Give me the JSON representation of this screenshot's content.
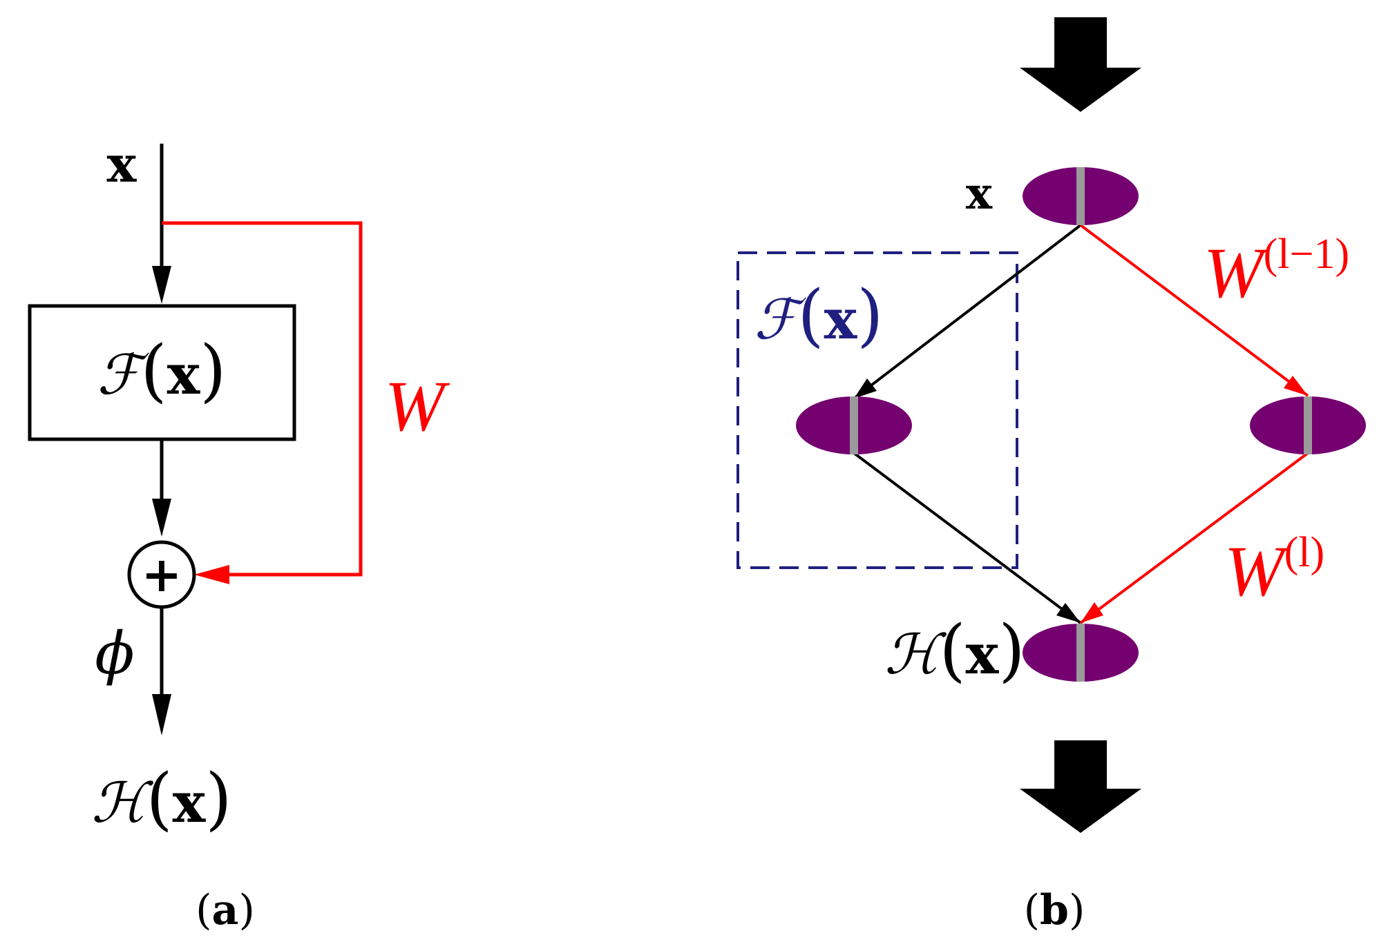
{
  "colors": {
    "black": "#000000",
    "red": "#ff0000",
    "blue": "#1f1f80",
    "node_fill": "#750070",
    "node_bar": "#9a9a9a"
  },
  "panel_a": {
    "input": "x",
    "block": {
      "func": "ℱ",
      "arg": "x"
    },
    "weight": "W",
    "sum_symbol": "+",
    "activation": "ϕ",
    "output": {
      "func": "ℋ",
      "arg": "x"
    },
    "caption": {
      "open": "(",
      "letter": "a",
      "close": ")"
    }
  },
  "panel_b": {
    "input": "x",
    "residual": {
      "func": "ℱ",
      "arg": "x"
    },
    "w_upper": {
      "base": "W",
      "sup": "(l−1)"
    },
    "w_lower": {
      "base": "W",
      "sup": "(l)"
    },
    "output": {
      "func": "ℋ",
      "arg": "x"
    },
    "caption": {
      "open": "(",
      "letter": "b",
      "close": ")"
    }
  }
}
